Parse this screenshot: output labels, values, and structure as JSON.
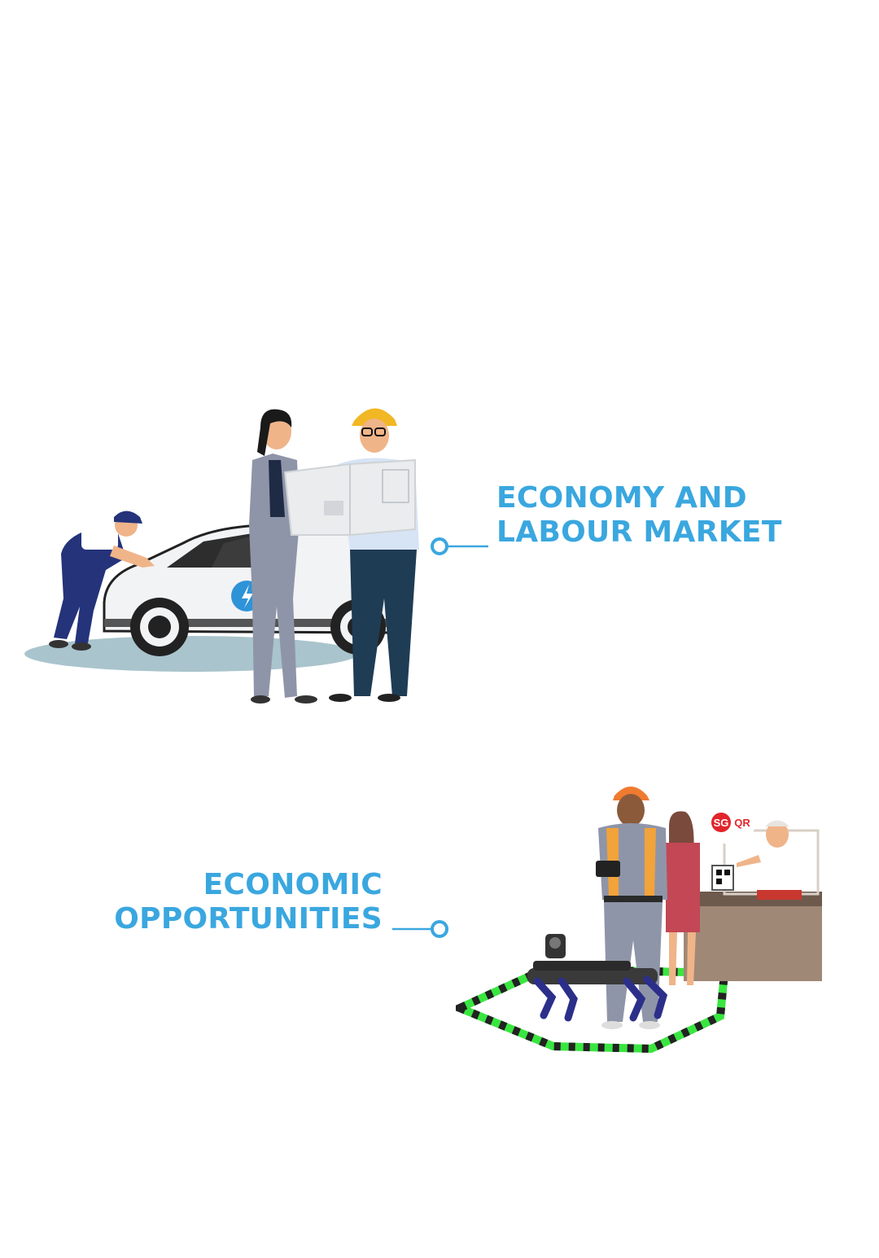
{
  "sections": [
    {
      "title_lines": [
        "ECONOMY AND",
        "LABOUR MARKET"
      ]
    },
    {
      "title_lines": [
        "ECONOMIC",
        "OPPORTUNITIES"
      ]
    }
  ],
  "illustration_1": {
    "items": [
      "mechanic",
      "electric-car",
      "businesswoman",
      "engineer",
      "blueprint"
    ]
  },
  "illustration_2": {
    "items": [
      "engineer",
      "robot-dog",
      "customer",
      "hawker",
      "food-stall"
    ],
    "sgqr_logo_text": [
      "SG",
      "QR"
    ]
  },
  "colors": {
    "accent": "#3aa7df",
    "ground": "#a9c4cc",
    "tape_green": "#39e640",
    "robot_blue": "#2b2f8a"
  }
}
